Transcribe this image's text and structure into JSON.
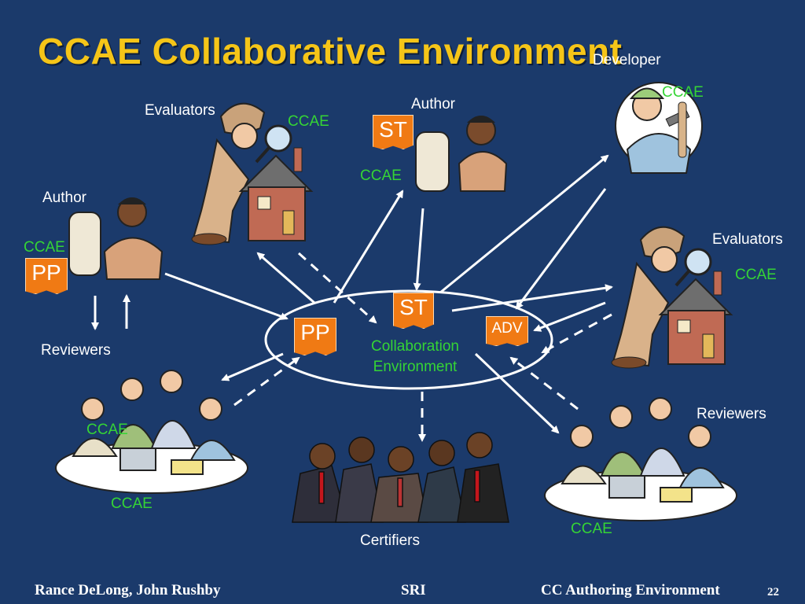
{
  "title": "CCAE Collaborative Environment",
  "labels": {
    "developer": "Developer",
    "author_top": "Author",
    "author_left": "Author",
    "evaluators_top": "Evaluators",
    "evaluators_right": "Evaluators",
    "reviewers_left": "Reviewers",
    "reviewers_right": "Reviewers",
    "certifiers": "Certifiers"
  },
  "ccae": {
    "developer": "CCAE",
    "evaluators_top": "CCAE",
    "author_top": "CCAE",
    "author_left": "CCAE",
    "evaluators_right": "CCAE",
    "reviewers_left_overlay": "CCAE",
    "reviewers_left": "CCAE",
    "reviewers_right": "CCAE"
  },
  "docs": {
    "st_top": "ST",
    "pp_left": "PP",
    "st_center": "ST",
    "pp_center": "PP",
    "adv_center": "ADV"
  },
  "collaboration": {
    "line1": "Collaboration",
    "line2": "Environment"
  },
  "footer": {
    "left": "Rance DeLong, John Rushby",
    "middle": "SRI",
    "right": "CC Authoring Environment",
    "page": "22"
  },
  "colors": {
    "background": "#1b3a6b",
    "title": "#f5c518",
    "ccae": "#35d435",
    "doc": "#f07a14",
    "arrow": "#ffffff"
  }
}
